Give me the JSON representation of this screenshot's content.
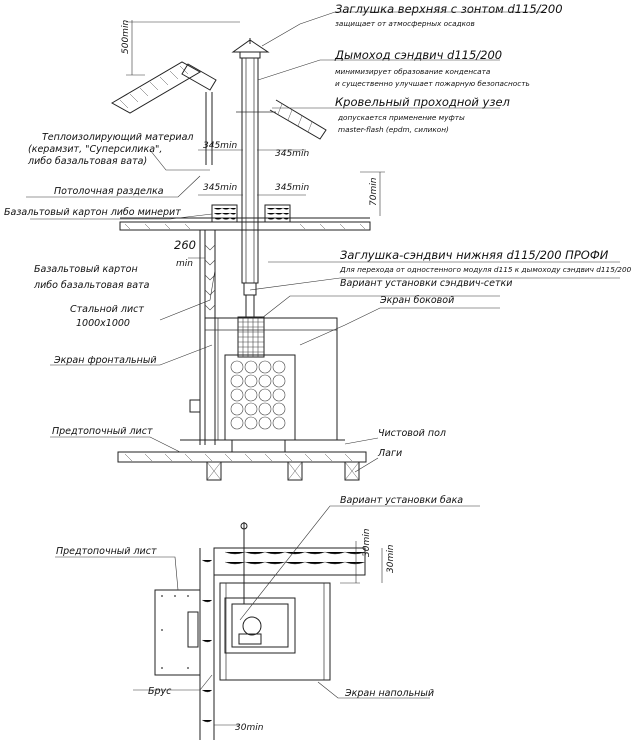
{
  "labels": {
    "cap_top": "Заглушка верхняя с зонтом d115/200",
    "cap_top_note": "защищает от атмосферных осадков",
    "chimney": "Дымоход сэндвич d115/200",
    "chimney_note_1": "минимизирует образование конденсата",
    "chimney_note_2": "и существенно улучшает пожарную безопасность",
    "roof_unit": "Кровельный проходной узел",
    "roof_unit_note_1": "допускается применение муфты",
    "roof_unit_note_2": "master-flash (epdm, силикон)",
    "insulation_1": "Теплоизолирующий материал",
    "insulation_2": "(керамзит, \"Суперсилика\",",
    "insulation_3": "либо базальтовая вата)",
    "ceiling_cut": "Потолочная разделка",
    "basalt_board_top": "Базальтовый картон либо минерит",
    "cap_bottom": "Заглушка-сэндвич нижняя d115/200 ПРОФИ",
    "cap_bottom_note": "Для перехода от одностенного модуля d115 к дымоходу сэндвич d115/200",
    "mesh_variant": "Вариант установки сэндвич-сетки",
    "side_screen": "Экран боковой",
    "basalt_board_1": "Базальтовый картон",
    "basalt_board_2": "либо базальтовая вата",
    "steel_sheet_1": "Стальной лист",
    "steel_sheet_2": "1000x1000",
    "front_screen": "Экран фронтальный",
    "prefire_sheet_top": "Предтопочный лист",
    "clean_floor": "Чистовой пол",
    "joists": "Лаги",
    "tank_variant": "Вариант установки бака",
    "prefire_sheet_bottom": "Предтопочный лист",
    "beam": "Брус",
    "floor_screen": "Экран напольный"
  },
  "dimensions": {
    "d500": "500min",
    "d345_a": "345min",
    "d345_b": "345min",
    "d345_c": "345min",
    "d345_d": "345min",
    "d70": "70min",
    "d260": "260",
    "d260_unit": "min",
    "d30_a": "30min",
    "d30_b": "30min",
    "d30_c": "30min"
  }
}
